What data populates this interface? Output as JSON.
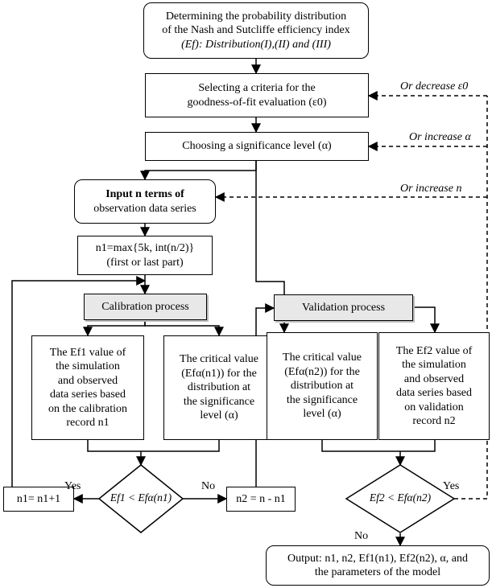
{
  "nodes": {
    "start": [
      "Determining the probability distribution",
      "of the Nash and Sutcliffe efficiency index",
      "(Ef): Distribution(I),(II) and (III)"
    ],
    "criteria": [
      "Selecting a criteria for the",
      "goodness-of-fit evaluation (ε0)"
    ],
    "significance": "Choosing a significance level (α)",
    "input": [
      "Input n terms of",
      "observation data series"
    ],
    "n1_def": [
      "n1=max{5k, int(n/2)}",
      "(first or last part)"
    ],
    "calibration": "Calibration process",
    "validation": "Validation process",
    "ef1_value": [
      "The Ef1 value of",
      "the simulation",
      "and observed",
      "data series based",
      "on the calibration",
      "record n1"
    ],
    "critical_cal": [
      "The critical value",
      "(Efα(n1)) for the",
      "distribution at",
      "the significance",
      "level (α)"
    ],
    "critical_val": [
      "The critical value",
      "(Efα(n2)) for the",
      "distribution at",
      "the significance",
      "level (α)"
    ],
    "ef2_value": [
      "The Ef2 value of",
      "the simulation",
      "and observed",
      "data series based",
      "on validation",
      "record n2"
    ],
    "decision_cal": "Ef1 < Efα(n1)",
    "decision_val": "Ef2 < Efα(n2)",
    "n1_increment": "n1= n1+1",
    "n2_def": "n2 = n - n1",
    "output": [
      "Output: n1, n2, Ef1(n1), Ef2(n2), α, and",
      "the parameters of the model"
    ]
  },
  "edge_labels": {
    "yes_cal": "Yes",
    "no_cal": "No",
    "yes_val": "Yes",
    "no_val": "No",
    "feedback_eps": "Or decrease ε0",
    "feedback_alpha": "Or increase α",
    "feedback_n": "Or increase n"
  }
}
